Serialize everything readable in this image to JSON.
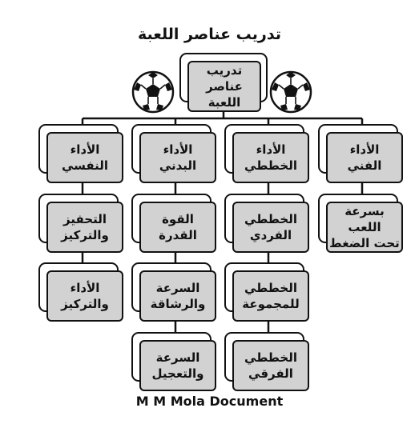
{
  "title": "تدريب عناصر اللعبة",
  "footer": "M M Mola Document",
  "root": {
    "label": "تدريب\nعناصر اللعبة"
  },
  "columns": [
    {
      "header": "الأداء\nالفني",
      "items": [
        "بسرعة اللعب\nتحت الضغط"
      ]
    },
    {
      "header": "الأداء\nالخططي",
      "items": [
        "الخططي\nالفردي",
        "الخططي\nللمجموعة",
        "الخططي\nالفرقي"
      ]
    },
    {
      "header": "الأداء\nالبدني",
      "items": [
        "القوة\nالقدرة",
        "السرعة\nوالرشاقة",
        "السرعة\nوالتعجيل"
      ]
    },
    {
      "header": "الأداء\nالنفسي",
      "items": [
        "التحفيز\nوالتركيز",
        "الأداء\nوالتركيز"
      ]
    }
  ],
  "icons": {
    "left": "soccer-ball-icon",
    "right": "soccer-ball-icon"
  }
}
